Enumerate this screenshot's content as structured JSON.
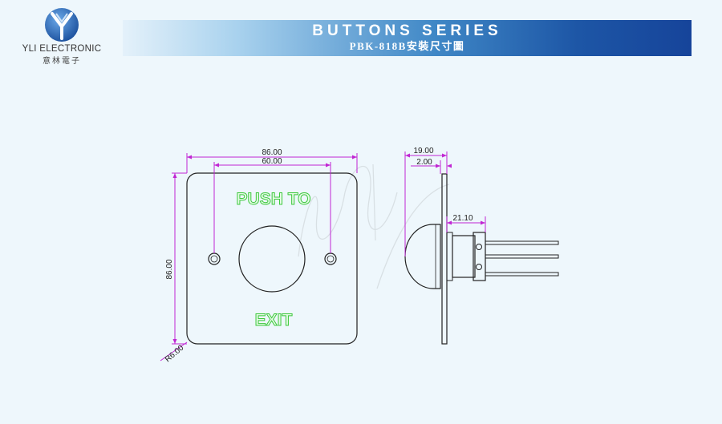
{
  "logo": {
    "brand": "YLI ELECTRONIC",
    "brand_cn": "意林電子"
  },
  "banner": {
    "title": "BUTTONS SERIES",
    "subtitle": "PBK-818B安裝尺寸圖"
  },
  "front_view": {
    "width_dim": "86.00",
    "hole_spacing_dim": "60.00",
    "height_dim": "86.00",
    "corner_radius_dim": "R6.00",
    "top_label": "PUSH TO",
    "bottom_label": "EXIT"
  },
  "side_view": {
    "depth_dim": "19.00",
    "plate_thickness_dim": "2.00",
    "body_length_dim": "21.10"
  },
  "colors": {
    "dimension_line": "#c026d3",
    "panel_text_stroke": "#3cc83c",
    "outline": "#222222",
    "banner_dark": "#16449a",
    "logo_blue": "#1f63b8"
  }
}
